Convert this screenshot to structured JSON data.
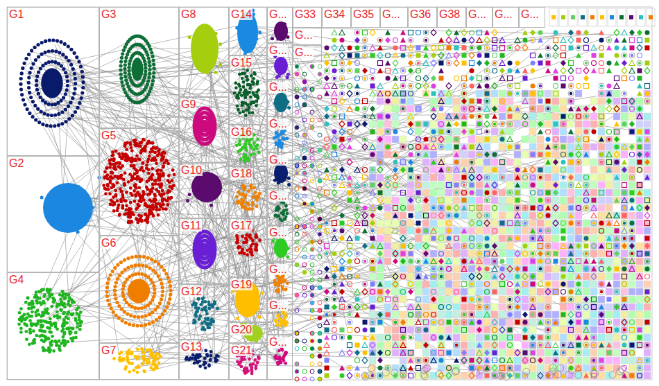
{
  "diagram": {
    "nodes": [
      {
        "text": [
          "G1"
        ]
      },
      {
        "text": [
          "G2"
        ]
      },
      {
        "text": [
          "G3"
        ]
      },
      {
        "text": [
          "G4"
        ]
      },
      {
        "text": [
          "G5"
        ]
      },
      {
        "text": [
          "G6"
        ]
      },
      {
        "text": [
          "G7"
        ]
      },
      {
        "text": [
          "G8"
        ]
      },
      {
        "text": [
          "G9"
        ]
      },
      {
        "text": [
          "G10"
        ]
      },
      {
        "text": [
          "G11"
        ]
      },
      {
        "text": [
          "G12"
        ]
      },
      {
        "text": [
          "G13"
        ]
      },
      {
        "text": [
          "G14"
        ]
      },
      {
        "text": [
          "G15"
        ]
      },
      {
        "text": [
          "G16"
        ]
      },
      {
        "text": [
          "G17"
        ]
      },
      {
        "text": [
          "G18"
        ]
      },
      {
        "text": [
          "G19"
        ]
      },
      {
        "text": [
          "G20"
        ]
      },
      {
        "text": [
          "G21"
        ]
      },
      {
        "text": [
          "G..."
        ]
      },
      {
        "text": [
          "G..."
        ]
      },
      {
        "text": [
          "G..."
        ]
      },
      {
        "text": [
          "G..."
        ]
      },
      {
        "text": [
          "G..."
        ]
      },
      {
        "text": [
          "G..."
        ]
      },
      {
        "text": [
          "G..."
        ]
      },
      {
        "text": [
          "G..."
        ]
      },
      {
        "text": [
          "G..."
        ]
      },
      {
        "text": [
          "G..."
        ]
      },
      {
        "text": [
          "G33"
        ]
      },
      {
        "text": [
          "G34"
        ]
      },
      {
        "text": [
          "G35"
        ]
      },
      {
        "text": [
          "G..."
        ]
      },
      {
        "text": [
          "G36"
        ]
      },
      {
        "text": [
          "G38"
        ]
      },
      {
        "text": [
          "G..."
        ]
      },
      {
        "text": [
          "G..."
        ]
      },
      {
        "text": [
          "G..."
        ]
      },
      {
        "text": [
          "G..."
        ]
      },
      {
        "text": [
          "G..."
        ]
      }
    ]
  }
}
